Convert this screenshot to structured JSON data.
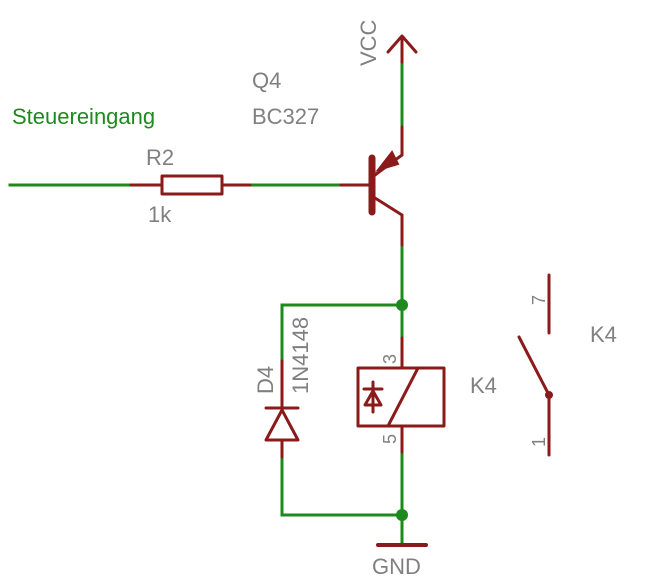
{
  "schematic": {
    "input_label": "Steuereingang",
    "power": {
      "vcc": "VCC",
      "gnd": "GND"
    },
    "transistor": {
      "name": "Q4",
      "value": "BC327"
    },
    "resistor": {
      "name": "R2",
      "value": "1k"
    },
    "diode": {
      "name": "D4",
      "value": "1N4148"
    },
    "relay_coil": {
      "name": "K4",
      "pin_top": "3",
      "pin_bottom": "5"
    },
    "relay_contact": {
      "name": "K4",
      "pin_top": "7",
      "pin_bottom": "1"
    },
    "colors": {
      "wire": "#1e8a1e",
      "component": "#8b1a1a",
      "part_label": "#808080",
      "net_label": "#1e8a1e"
    }
  }
}
